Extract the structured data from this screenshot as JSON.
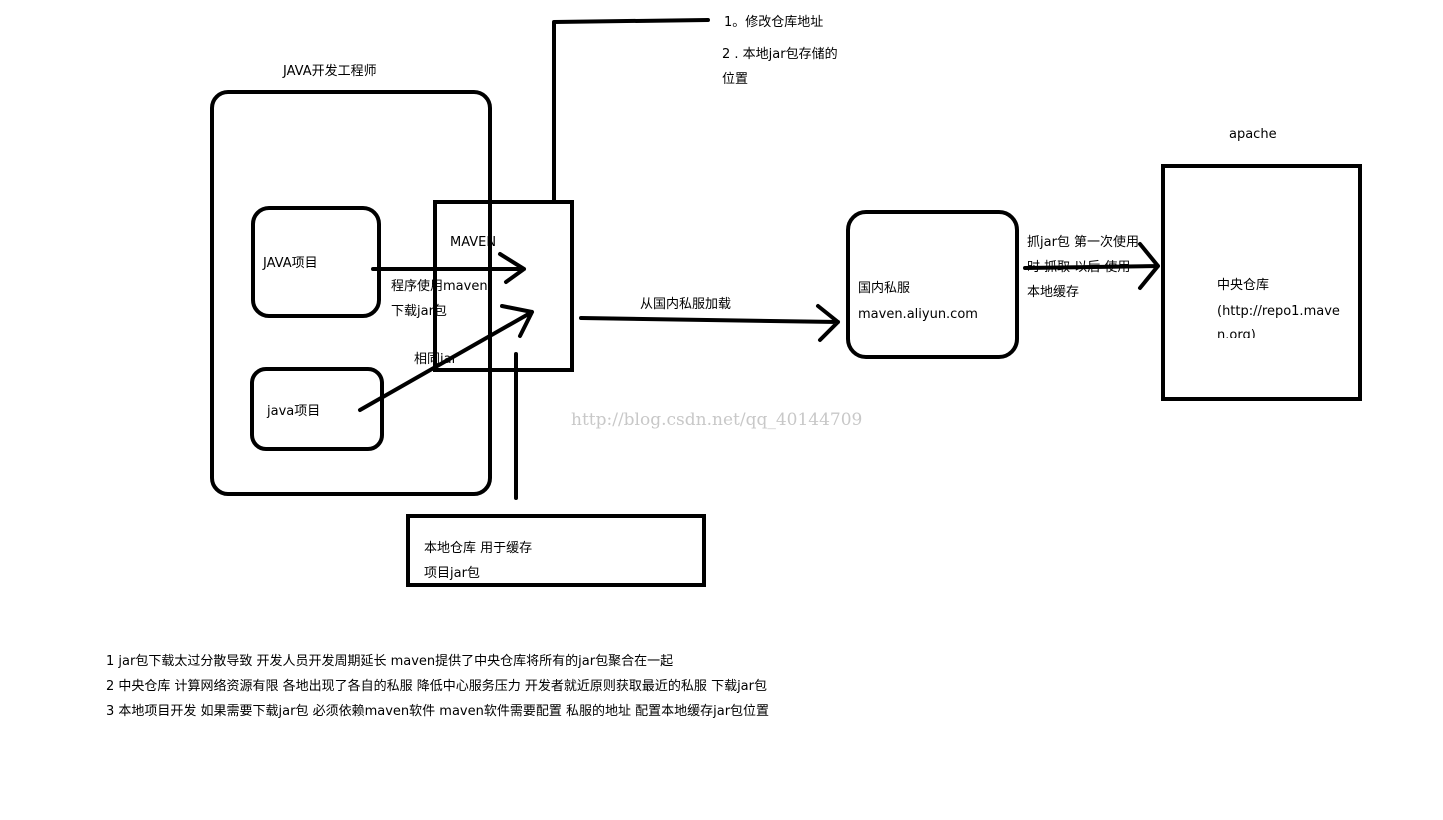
{
  "nodes": {
    "engineer": "JAVA开发工程师",
    "java_project_1": "JAVA项目",
    "java_project_2": "java项目",
    "maven": "MAVEN",
    "maven_note_1": "程序使用maven",
    "maven_note_2": "下载jar包",
    "maven_note_3": "相同jar",
    "local_repo_1": "本地仓库 用于缓存",
    "local_repo_2": "项目jar包",
    "private_server_1": "国内私服",
    "private_server_2": "maven.aliyun.com",
    "central_repo_1": "中央仓库",
    "central_repo_2": "(http://repo1.mave",
    "central_repo_3": "n.org)",
    "apache": "apache"
  },
  "edges": {
    "from_private": "从国内私服加载",
    "fetch_1": "抓jar包 第一次使用",
    "fetch_2": "时 抓取 以后 使用",
    "fetch_3": "本地缓存"
  },
  "config_notes": {
    "line1": "1。修改仓库地址",
    "line2": "2 . 本地jar包存储的",
    "line3": "位置"
  },
  "summary": [
    "1  jar包下载太过分散导致 开发人员开发周期延长   maven提供了中央仓库将所有的jar包聚合在一起",
    "2 中央仓库 计算网络资源有限  各地出现了各自的私服 降低中心服务压力  开发者就近原则获取最近的私服 下载jar包",
    "3 本地项目开发 如果需要下载jar包 必须依赖maven软件  maven软件需要配置 私服的地址  配置本地缓存jar包位置"
  ],
  "watermark": "http://blog.csdn.net/qq_40144709"
}
